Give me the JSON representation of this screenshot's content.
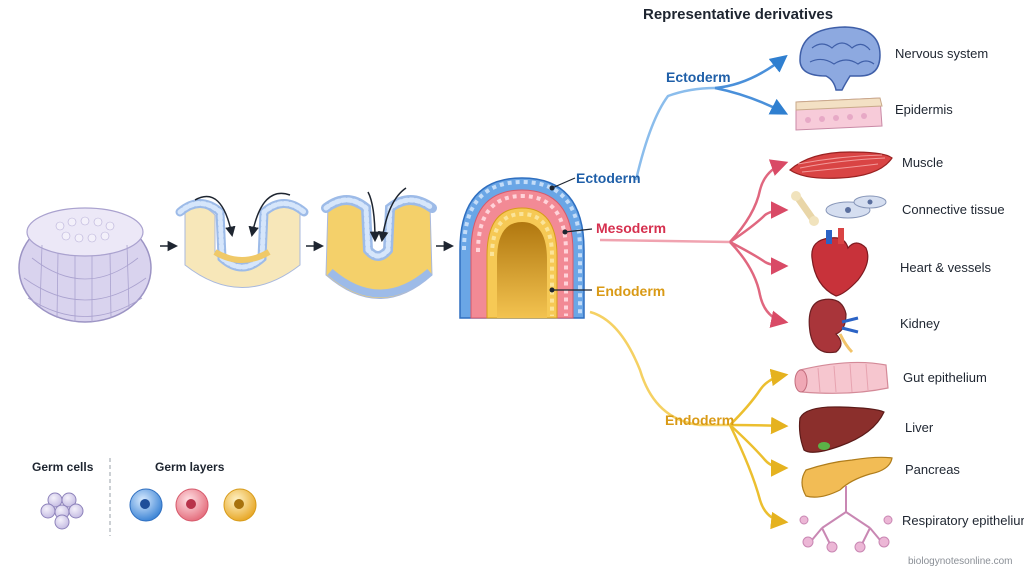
{
  "title": "Representative derivatives",
  "layers": {
    "ectoderm": {
      "label": "Ectoderm",
      "color": "#1f5fa8",
      "line": "#7fb3e8"
    },
    "mesoderm": {
      "label": "Mesoderm",
      "color": "#d6304f",
      "line": "#ef9aa8"
    },
    "endoderm": {
      "label": "Endoderm",
      "color": "#d99a16",
      "line": "#f2cf5a"
    }
  },
  "branches": {
    "ectoderm": "Ectoderm",
    "endoderm": "Endoderm"
  },
  "derivatives": [
    {
      "label": "Nervous system",
      "layer": "ectoderm",
      "icon": "brain-icon"
    },
    {
      "label": "Epidermis",
      "layer": "ectoderm",
      "icon": "skin-icon"
    },
    {
      "label": "Muscle",
      "layer": "mesoderm",
      "icon": "muscle-icon"
    },
    {
      "label": "Connective tissue",
      "layer": "mesoderm",
      "icon": "bone-icon"
    },
    {
      "label": "Heart & vessels",
      "layer": "mesoderm",
      "icon": "heart-icon"
    },
    {
      "label": "Kidney",
      "layer": "mesoderm",
      "icon": "kidney-icon"
    },
    {
      "label": "Gut epithelium",
      "layer": "endoderm",
      "icon": "gut-icon"
    },
    {
      "label": "Liver",
      "layer": "endoderm",
      "icon": "liver-icon"
    },
    {
      "label": "Pancreas",
      "layer": "endoderm",
      "icon": "pancreas-icon"
    },
    {
      "label": "Respiratory epithelium",
      "layer": "endoderm",
      "icon": "lung-icon"
    }
  ],
  "legend": {
    "germ_cells": "Germ cells",
    "germ_layers": "Germ layers",
    "colors": {
      "germ_cell": "#c9bfe6",
      "ectoderm": "#5f9ee0",
      "mesoderm": "#ef8793",
      "endoderm": "#f2b93b"
    }
  },
  "credit": "biologynotesonline.com"
}
